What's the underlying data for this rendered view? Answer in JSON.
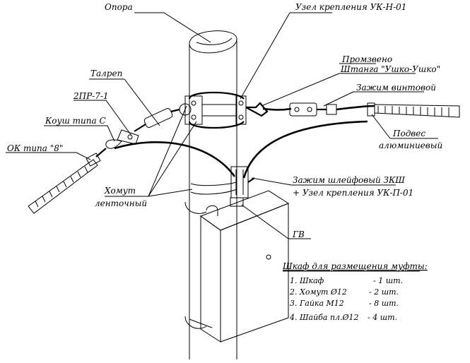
{
  "labels": {
    "pole": "Опора",
    "anchor_uk_n": "Узел крепления УК-Н-01",
    "galvanized": "Промзвено",
    "rod": "Штанга \"Ушко-Ушко\"",
    "screw_clamp": "Зажим винтовой",
    "tensioner": "Талреп",
    "link_2pr": "2ПР-7-1",
    "thimble": "Коуш типа С",
    "ok_cable": "ОК типа \"8\"",
    "suspension_line1": "Подвес",
    "suspension_line2": "алюминиевый",
    "loop_clamp": "Зажим шлейфовый ЗКШ",
    "anchor_uk_p": "+ Узел крепления УК-П-01",
    "band_line1": "Хомут",
    "band_line2": "ленточный",
    "gv": "ГВ"
  },
  "cabinet": {
    "title": "Шкаф для размещения муфты:",
    "items": [
      {
        "name": "1. Шкаф",
        "qty": "- 1 шт."
      },
      {
        "name": "2. Хомут Ø12",
        "qty": "- 2 шт."
      },
      {
        "name": "3. Гайка М12",
        "qty": "- 8 шт."
      },
      {
        "name": "4. Шайба пл.Ø12",
        "qty": "- 4 шт."
      }
    ]
  }
}
